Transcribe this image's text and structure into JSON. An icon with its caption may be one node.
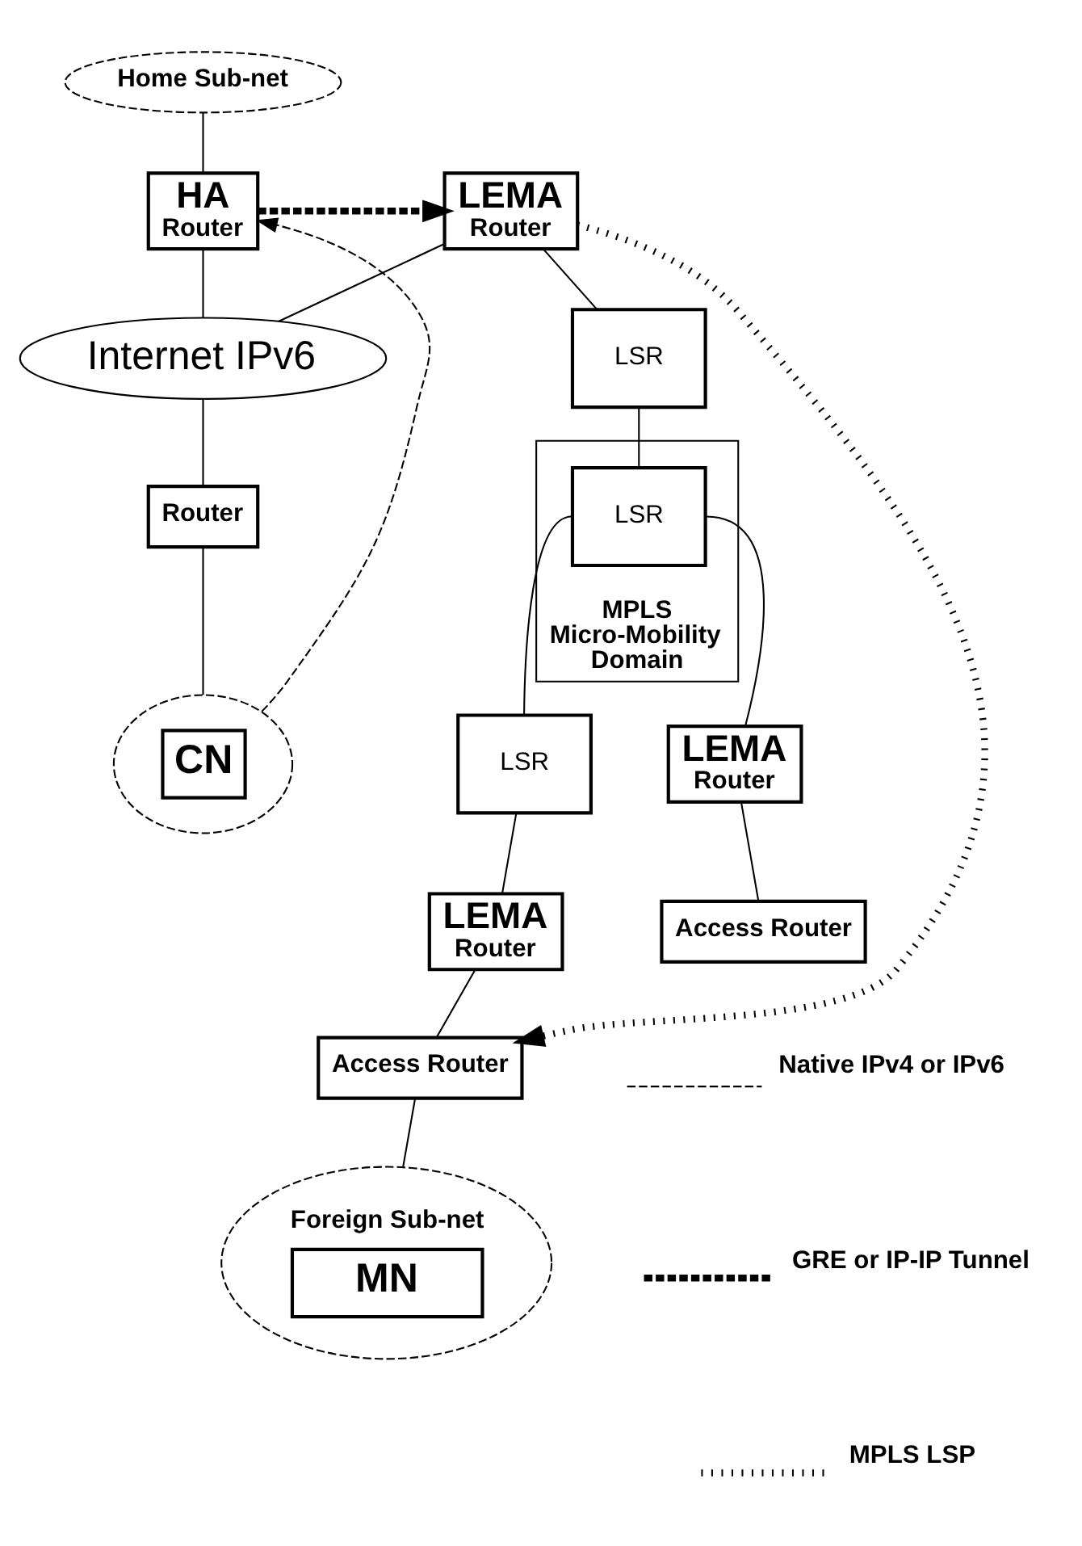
{
  "diagram": {
    "nodes": [
      {
        "text": [
          "Home Sub-net"
        ]
      },
      {
        "text": [
          "HA",
          "Router"
        ]
      },
      {
        "text": [
          "LEMA",
          "Router"
        ]
      },
      {
        "text": [
          "Internet IPv6"
        ]
      },
      {
        "text": [
          "LSR"
        ]
      },
      {
        "text": [
          "MPLS Micro-Mobility Domain"
        ]
      },
      {
        "text": [
          "Router"
        ]
      },
      {
        "text": [
          "LSR"
        ],
        "in": 5
      },
      {
        "text": [
          "LSR"
        ]
      },
      {
        "text": [
          "CN"
        ]
      },
      {
        "text": [
          "LEMA",
          "Router"
        ]
      },
      {
        "text": [
          "LEMA",
          "Router"
        ]
      },
      {
        "text": [
          "Access Router"
        ]
      },
      {
        "text": [
          "Access Router"
        ]
      },
      {
        "text": [
          "Foreign Sub-net",
          "MN"
        ]
      }
    ],
    "edges": [
      {
        "from": 0,
        "to": 1,
        "arrow": "none"
      },
      {
        "from": 1,
        "to": 3,
        "arrow": "none"
      },
      {
        "from": 3,
        "to": 2,
        "arrow": "none"
      },
      {
        "from": 2,
        "to": 4,
        "arrow": "none"
      },
      {
        "from": 3,
        "to": 6,
        "arrow": "none"
      },
      {
        "from": 6,
        "to": 9,
        "arrow": "none"
      },
      {
        "from": 4,
        "to": 7,
        "arrow": "none"
      },
      {
        "from": 7,
        "to": 8,
        "arrow": "none"
      },
      {
        "from": 7,
        "to": 10,
        "arrow": "none"
      },
      {
        "from": 8,
        "to": 11,
        "arrow": "none"
      },
      {
        "from": 10,
        "to": 12,
        "arrow": "none"
      },
      {
        "from": 11,
        "to": 13,
        "arrow": "none"
      },
      {
        "from": 13,
        "to": 14,
        "arrow": "none"
      },
      {
        "from": 9,
        "to": 1,
        "arrow": "to",
        "style": "dashed"
      },
      {
        "from": 1,
        "to": 2,
        "arrow": "to",
        "style": "dashed"
      },
      {
        "from": 2,
        "to": 13,
        "arrow": "to",
        "style": "dashed"
      }
    ],
    "legend": [
      {
        "text": "Native IPv4 or IPv6"
      },
      {
        "text": "GRE or IP-IP Tunnel"
      },
      {
        "text": "MPLS LSP"
      }
    ]
  }
}
